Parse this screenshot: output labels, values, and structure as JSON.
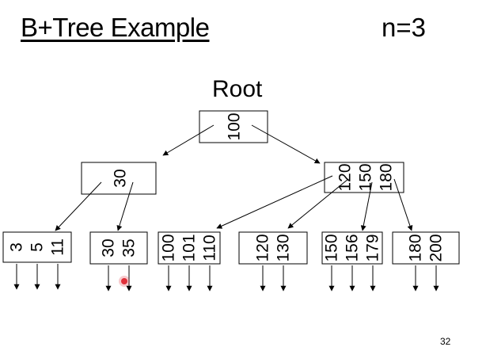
{
  "title": "B+Tree Example",
  "order_label": "n=3",
  "root_label": "Root",
  "page_number": "32",
  "root": {
    "keys": [
      "100"
    ]
  },
  "internal": [
    {
      "keys": [
        "30"
      ]
    },
    {
      "keys": [
        "120",
        "150",
        "180"
      ]
    }
  ],
  "leaves": [
    {
      "keys": [
        "3",
        "5",
        "11"
      ]
    },
    {
      "keys": [
        "30",
        "35"
      ]
    },
    {
      "keys": [
        "100",
        "101",
        "110"
      ]
    },
    {
      "keys": [
        "120",
        "130"
      ]
    },
    {
      "keys": [
        "150",
        "156",
        "179"
      ]
    },
    {
      "keys": [
        "180",
        "200"
      ]
    }
  ]
}
